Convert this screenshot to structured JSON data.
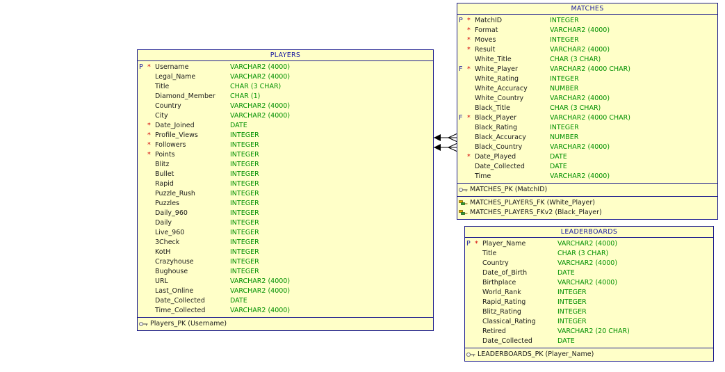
{
  "entities": {
    "players": {
      "name": "PLAYERS",
      "columns": [
        {
          "flag": "P",
          "req": "*",
          "name": "Username",
          "type": "VARCHAR2 (4000)"
        },
        {
          "flag": "",
          "req": "",
          "name": "Legal_Name",
          "type": "VARCHAR2 (4000)"
        },
        {
          "flag": "",
          "req": "",
          "name": "Title",
          "type": "CHAR (3 CHAR)"
        },
        {
          "flag": "",
          "req": "",
          "name": "Diamond_Member",
          "type": "CHAR (1)"
        },
        {
          "flag": "",
          "req": "",
          "name": "Country",
          "type": "VARCHAR2 (4000)"
        },
        {
          "flag": "",
          "req": "",
          "name": "City",
          "type": "VARCHAR2 (4000)"
        },
        {
          "flag": "",
          "req": "*",
          "name": "Date_Joined",
          "type": "DATE"
        },
        {
          "flag": "",
          "req": "*",
          "name": "Profile_Views",
          "type": "INTEGER"
        },
        {
          "flag": "",
          "req": "*",
          "name": "Followers",
          "type": "INTEGER"
        },
        {
          "flag": "",
          "req": "*",
          "name": "Points",
          "type": "INTEGER"
        },
        {
          "flag": "",
          "req": "",
          "name": "Blitz",
          "type": "INTEGER"
        },
        {
          "flag": "",
          "req": "",
          "name": "Bullet",
          "type": "INTEGER"
        },
        {
          "flag": "",
          "req": "",
          "name": "Rapid",
          "type": "INTEGER"
        },
        {
          "flag": "",
          "req": "",
          "name": "Puzzle_Rush",
          "type": "INTEGER"
        },
        {
          "flag": "",
          "req": "",
          "name": "Puzzles",
          "type": "INTEGER"
        },
        {
          "flag": "",
          "req": "",
          "name": "Daily_960",
          "type": "INTEGER"
        },
        {
          "flag": "",
          "req": "",
          "name": "Daily",
          "type": "INTEGER"
        },
        {
          "flag": "",
          "req": "",
          "name": "Live_960",
          "type": "INTEGER"
        },
        {
          "flag": "",
          "req": "",
          "name": "3Check",
          "type": "INTEGER"
        },
        {
          "flag": "",
          "req": "",
          "name": "KotH",
          "type": "INTEGER"
        },
        {
          "flag": "",
          "req": "",
          "name": "Crazyhouse",
          "type": "INTEGER"
        },
        {
          "flag": "",
          "req": "",
          "name": "Bughouse",
          "type": "INTEGER"
        },
        {
          "flag": "",
          "req": "",
          "name": "URL",
          "type": "VARCHAR2 (4000)"
        },
        {
          "flag": "",
          "req": "",
          "name": "Last_Online",
          "type": "VARCHAR2 (4000)"
        },
        {
          "flag": "",
          "req": "",
          "name": "Date_Collected",
          "type": "DATE"
        },
        {
          "flag": "",
          "req": "",
          "name": "Time_Collected",
          "type": "VARCHAR2 (4000)"
        }
      ],
      "pk": [
        "Players_PK (Username)"
      ],
      "fk": []
    },
    "matches": {
      "name": "MATCHES",
      "columns": [
        {
          "flag": "P",
          "req": "*",
          "name": "MatchID",
          "type": "INTEGER"
        },
        {
          "flag": "",
          "req": "*",
          "name": "Format",
          "type": "VARCHAR2 (4000)"
        },
        {
          "flag": "",
          "req": "*",
          "name": "Moves",
          "type": "INTEGER"
        },
        {
          "flag": "",
          "req": "*",
          "name": "Result",
          "type": "VARCHAR2 (4000)"
        },
        {
          "flag": "",
          "req": "",
          "name": "White_Title",
          "type": "CHAR (3 CHAR)"
        },
        {
          "flag": "F",
          "req": "*",
          "name": "White_Player",
          "type": "VARCHAR2 (4000 CHAR)"
        },
        {
          "flag": "",
          "req": "",
          "name": "White_Rating",
          "type": "INTEGER"
        },
        {
          "flag": "",
          "req": "",
          "name": "White_Accuracy",
          "type": "NUMBER"
        },
        {
          "flag": "",
          "req": "",
          "name": "White_Country",
          "type": "VARCHAR2 (4000)"
        },
        {
          "flag": "",
          "req": "",
          "name": "Black_Title",
          "type": "CHAR (3 CHAR)"
        },
        {
          "flag": "F",
          "req": "*",
          "name": "Black_Player",
          "type": "VARCHAR2 (4000 CHAR)"
        },
        {
          "flag": "",
          "req": "",
          "name": "Black_Rating",
          "type": "INTEGER"
        },
        {
          "flag": "",
          "req": "",
          "name": "Black_Accuracy",
          "type": "NUMBER"
        },
        {
          "flag": "",
          "req": "",
          "name": "Black_Country",
          "type": "VARCHAR2 (4000)"
        },
        {
          "flag": "",
          "req": "*",
          "name": "Date_Played",
          "type": "DATE"
        },
        {
          "flag": "",
          "req": "",
          "name": "Date_Collected",
          "type": "DATE"
        },
        {
          "flag": "",
          "req": "",
          "name": "Time",
          "type": "VARCHAR2 (4000)"
        }
      ],
      "pk": [
        "MATCHES_PK (MatchID)"
      ],
      "fk": [
        "MATCHES_PLAYERS_FK (White_Player)",
        "MATCHES_PLAYERS_FKv2 (Black_Player)"
      ]
    },
    "leaderboards": {
      "name": "LEADERBOARDS",
      "columns": [
        {
          "flag": "P",
          "req": "*",
          "name": "Player_Name",
          "type": "VARCHAR2 (4000)"
        },
        {
          "flag": "",
          "req": "",
          "name": "Title",
          "type": "CHAR (3 CHAR)"
        },
        {
          "flag": "",
          "req": "",
          "name": "Country",
          "type": "VARCHAR2 (4000)"
        },
        {
          "flag": "",
          "req": "",
          "name": "Date_of_Birth",
          "type": "DATE"
        },
        {
          "flag": "",
          "req": "",
          "name": "Birthplace",
          "type": "VARCHAR2 (4000)"
        },
        {
          "flag": "",
          "req": "",
          "name": "World_Rank",
          "type": "INTEGER"
        },
        {
          "flag": "",
          "req": "",
          "name": "Rapid_Rating",
          "type": "INTEGER"
        },
        {
          "flag": "",
          "req": "",
          "name": "Blitz_Rating",
          "type": "INTEGER"
        },
        {
          "flag": "",
          "req": "",
          "name": "Classical_Rating",
          "type": "INTEGER"
        },
        {
          "flag": "",
          "req": "",
          "name": "Retired",
          "type": "VARCHAR2 (20 CHAR)"
        },
        {
          "flag": "",
          "req": "",
          "name": "Date_Collected",
          "type": "DATE"
        }
      ],
      "pk": [
        "LEADERBOARDS_PK (Player_Name)"
      ],
      "fk": []
    }
  },
  "colors": {
    "entity_fill": "#ffffc8",
    "border": "#1a1a8c",
    "title_text": "#1a1aa0",
    "type_text": "#009000",
    "mandatory_marker": "#d40000"
  },
  "icons": {
    "primary_key": "key-icon",
    "foreign_key": "foreign-key-icon"
  }
}
